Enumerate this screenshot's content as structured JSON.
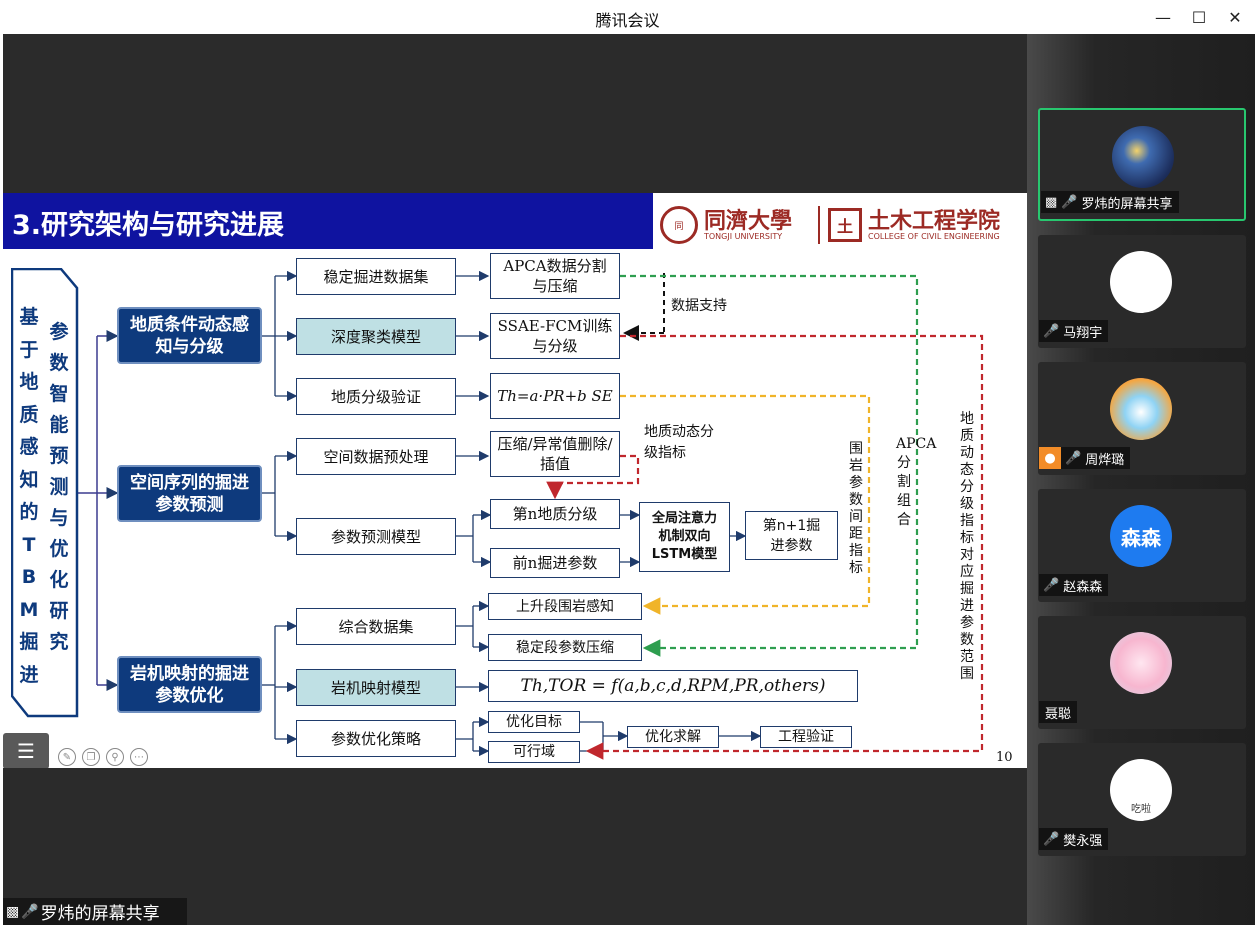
{
  "window": {
    "title": "腾讯会议"
  },
  "slide": {
    "heading": "3.研究架构与研究进展",
    "logo_tongji": {
      "name_cn": "同濟大學",
      "name_en": "TONGJI UNIVERSITY"
    },
    "logo_college": {
      "name_cn": "土木工程学院",
      "name_en": "COLLEGE OF CIVIL ENGINEERING"
    },
    "page_number": "10",
    "left_title_col1": [
      "基",
      "于",
      "地",
      "质",
      "感",
      "知",
      "的",
      "T",
      "B",
      "M",
      "掘",
      "进"
    ],
    "left_title_col2": [
      "参",
      "数",
      "智",
      "能",
      "预",
      "测",
      "与",
      "优",
      "化",
      "研",
      "究"
    ],
    "modules": {
      "m1": "地质条件动态感知与分级",
      "m2": "空间序列的掘进参数预测",
      "m3": "岩机映射的掘进参数优化"
    },
    "level2": {
      "a1": "稳定掘进数据集",
      "a2": "深度聚类模型",
      "a3": "地质分级验证",
      "b1": "空间数据预处理",
      "b2": "参数预测模型",
      "c1": "综合数据集",
      "c2": "岩机映射模型",
      "c3": "参数优化策略"
    },
    "level3": {
      "apca": "APCA数据分割与压缩",
      "ssae": "SSAE-FCM训练与分级",
      "formula1": "Th=a·PR+b SE",
      "compress": "压缩/异常值删除/插值",
      "nth_geo": "第n地质分级",
      "prev_n": "前n掘进参数",
      "lstm": "全局注意力机制双向LSTM模型",
      "next_param": "第n+1掘进参数",
      "rise": "上升段围岩感知",
      "stable": "稳定段参数压缩",
      "formula2": "Th,TOR = f(a,b,c,d,RPM,PR,others)",
      "opt_goal": "优化目标",
      "feasible": "可行域",
      "opt_solve": "优化求解",
      "eng_verify": "工程验证"
    },
    "notes": {
      "data_support": "数据支持",
      "geo_index": "地质动态分级指标",
      "rock_param": "围岩参数间距指标",
      "apca_combo": "APCA分割组合",
      "geo_range": "地质动态分级指标对应掘进参数范围"
    },
    "line_colors": {
      "green": "#2e9e4f",
      "red": "#c0272d",
      "yellow": "#f0b429",
      "black": "#111111",
      "blue": "#1f3b6b"
    }
  },
  "share_bar": {
    "label": "罗炜的屏幕共享"
  },
  "participants": [
    {
      "name": "罗炜的屏幕共享",
      "muted": false,
      "active": true,
      "avatar": "starry-night"
    },
    {
      "name": "马翔宇",
      "muted": true,
      "active": false,
      "avatar": "white-circle"
    },
    {
      "name": "周烨璐",
      "muted": true,
      "active": false,
      "avatar": "cartoon"
    },
    {
      "name": "赵森森",
      "muted": true,
      "active": false,
      "avatar": "text",
      "avatar_text": "森森"
    },
    {
      "name": "聂聪",
      "muted": false,
      "active": false,
      "avatar": "pink-bunny"
    },
    {
      "name": "樊永强",
      "muted": true,
      "active": false,
      "avatar": "doodle",
      "avatar_text": "吃啦"
    }
  ]
}
